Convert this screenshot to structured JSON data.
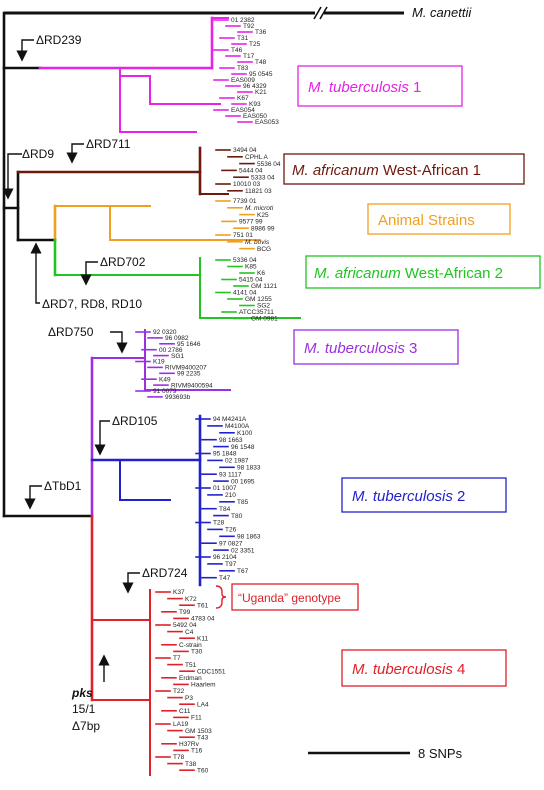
{
  "outgroup": "M. canettii",
  "scale_bar": "8 SNPs",
  "deletions": {
    "rd239": "ΔRD239",
    "rd711": "ΔRD711",
    "rd9": "ΔRD9",
    "rd702": "ΔRD702",
    "rd7": "ΔRD7, RD8, RD10",
    "rd750": "ΔRD750",
    "rd105": "ΔRD105",
    "tbd1": "ΔTbD1",
    "rd724": "ΔRD724",
    "pks1": "pks",
    "pks2": "15/1",
    "pks3": "Δ7bp"
  },
  "groups": {
    "mtb1": {
      "species": "M. tuberculosis",
      "suffix": " 1",
      "color": "#e624e6"
    },
    "afr1": {
      "species": "M. africanum",
      "suffix": " West-African 1",
      "color": "#6b1a0e"
    },
    "animal": {
      "species": "",
      "suffix": "Animal Strains",
      "color": "#f0a020"
    },
    "afr2": {
      "species": "M. africanum",
      "suffix": " West-African 2",
      "color": "#22c422"
    },
    "mtb3": {
      "species": "M. tuberculosis",
      "suffix": " 3",
      "color": "#9b30e0"
    },
    "mtb2": {
      "species": "M. tuberculosis",
      "suffix": " 2",
      "color": "#2222cc"
    },
    "mtb4": {
      "species": "M. tuberculosis",
      "suffix": " 4",
      "color": "#e0202a"
    },
    "uganda": {
      "species": "",
      "suffix": "“Uganda” genotype",
      "color": "#e0202a"
    }
  },
  "leaves": {
    "mtb1": [
      "01 2382",
      "T92",
      "T36",
      "T31",
      "T25",
      "T46",
      "T17",
      "T48",
      "T83",
      "95 0545",
      "EAS009",
      "96 4329",
      "K21",
      "K67",
      "K93",
      "EAS054",
      "EAS050",
      "EAS053"
    ],
    "afr1": [
      "3494 04",
      "CPHL A",
      "5536 04",
      "5444 04",
      "5333 04",
      "10010 03",
      "11821 03"
    ],
    "animal": [
      "7739 01",
      "M. microti",
      "K25",
      "9577 99",
      "8986 99",
      "751 01",
      "M. bovis",
      "BCG"
    ],
    "afr2": [
      "5336 04",
      "K85",
      "K6",
      "5415 04",
      "GM 1121",
      "4141 04",
      "GM 1255",
      "SG2",
      "ATCC35711",
      "GM 0981"
    ],
    "mtb3": [
      "92 0320",
      "96 0982",
      "95 1646",
      "00 2786",
      "SG1",
      "K19",
      "RIVM9400207",
      "99 2235",
      "K49",
      "RIVM9400594",
      "91 0079",
      "993693b"
    ],
    "mtb2": [
      "94 M4241A",
      "M4100A",
      "K100",
      "98 1663",
      "96 1548",
      "95 1848",
      "02 1987",
      "98 1833",
      "93 1117",
      "00 1695",
      "01 1007",
      "210",
      "T85",
      "T84",
      "T80",
      "T28",
      "T26",
      "98 1863",
      "97 0827",
      "02 3351",
      "96 2104",
      "T97",
      "T67",
      "T47"
    ],
    "mtb4": [
      "K37",
      "K72",
      "T61",
      "T99",
      "4783 04",
      "5492 04",
      "C4",
      "K11",
      "C-strain",
      "T30",
      "T7",
      "T51",
      "CDC1551",
      "Erdman",
      "Haarlem",
      "T22",
      "P3",
      "LA4",
      "C11",
      "F11",
      "LA19",
      "GM 1503",
      "T43",
      "H37Rv",
      "T16",
      "T78",
      "T38",
      "T60"
    ]
  }
}
